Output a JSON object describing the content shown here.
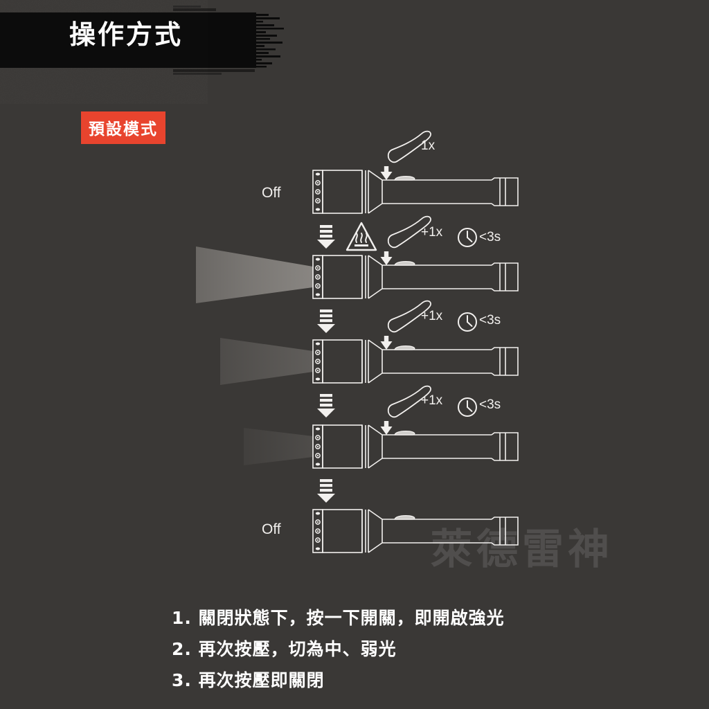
{
  "page": {
    "background_color": "#3a3836",
    "line_color": "#f2f0ee",
    "accent_color": "#e8442e",
    "banner_color": "#0b0b0b"
  },
  "banner": {
    "title": "操作方式"
  },
  "mode_tag": {
    "label": "預設模式"
  },
  "watermark": {
    "text": "萊德雷神"
  },
  "diagram": {
    "type": "flashlight-operation-sequence",
    "rows": [
      {
        "id": "row-off-top",
        "state_label": "Off",
        "beam": "none",
        "press_label": "1x",
        "timing_label": "",
        "hand_icon": "finger-press-icon",
        "arrow_icon": "press-arrow-icon",
        "warning_icon": "",
        "transition_icon": ""
      },
      {
        "id": "row-high",
        "state_label": "",
        "beam": "high",
        "press_label": "+1x",
        "timing_label": "<3s",
        "hand_icon": "finger-press-icon",
        "arrow_icon": "press-arrow-icon",
        "warning_icon": "hot-surface-warning-icon",
        "transition_icon": "transition-down-arrow-icon",
        "clock_icon": "clock-icon"
      },
      {
        "id": "row-medium",
        "state_label": "",
        "beam": "medium",
        "press_label": "+1x",
        "timing_label": "<3s",
        "hand_icon": "finger-press-icon",
        "arrow_icon": "press-arrow-icon",
        "warning_icon": "",
        "transition_icon": "transition-down-arrow-icon",
        "clock_icon": "clock-icon"
      },
      {
        "id": "row-low",
        "state_label": "",
        "beam": "low",
        "press_label": "+1x",
        "timing_label": "<3s",
        "hand_icon": "finger-press-icon",
        "arrow_icon": "press-arrow-icon",
        "warning_icon": "",
        "transition_icon": "transition-down-arrow-icon",
        "clock_icon": "clock-icon"
      },
      {
        "id": "row-off-bottom",
        "state_label": "Off",
        "beam": "none",
        "press_label": "",
        "timing_label": "",
        "hand_icon": "",
        "arrow_icon": "",
        "warning_icon": "",
        "transition_icon": "transition-down-arrow-icon"
      }
    ]
  },
  "steps": {
    "items": [
      "1. 關閉狀態下，按一下開關，即開啟強光",
      "2. 再次按壓，切為中、弱光",
      "3. 再次按壓即關閉"
    ]
  }
}
